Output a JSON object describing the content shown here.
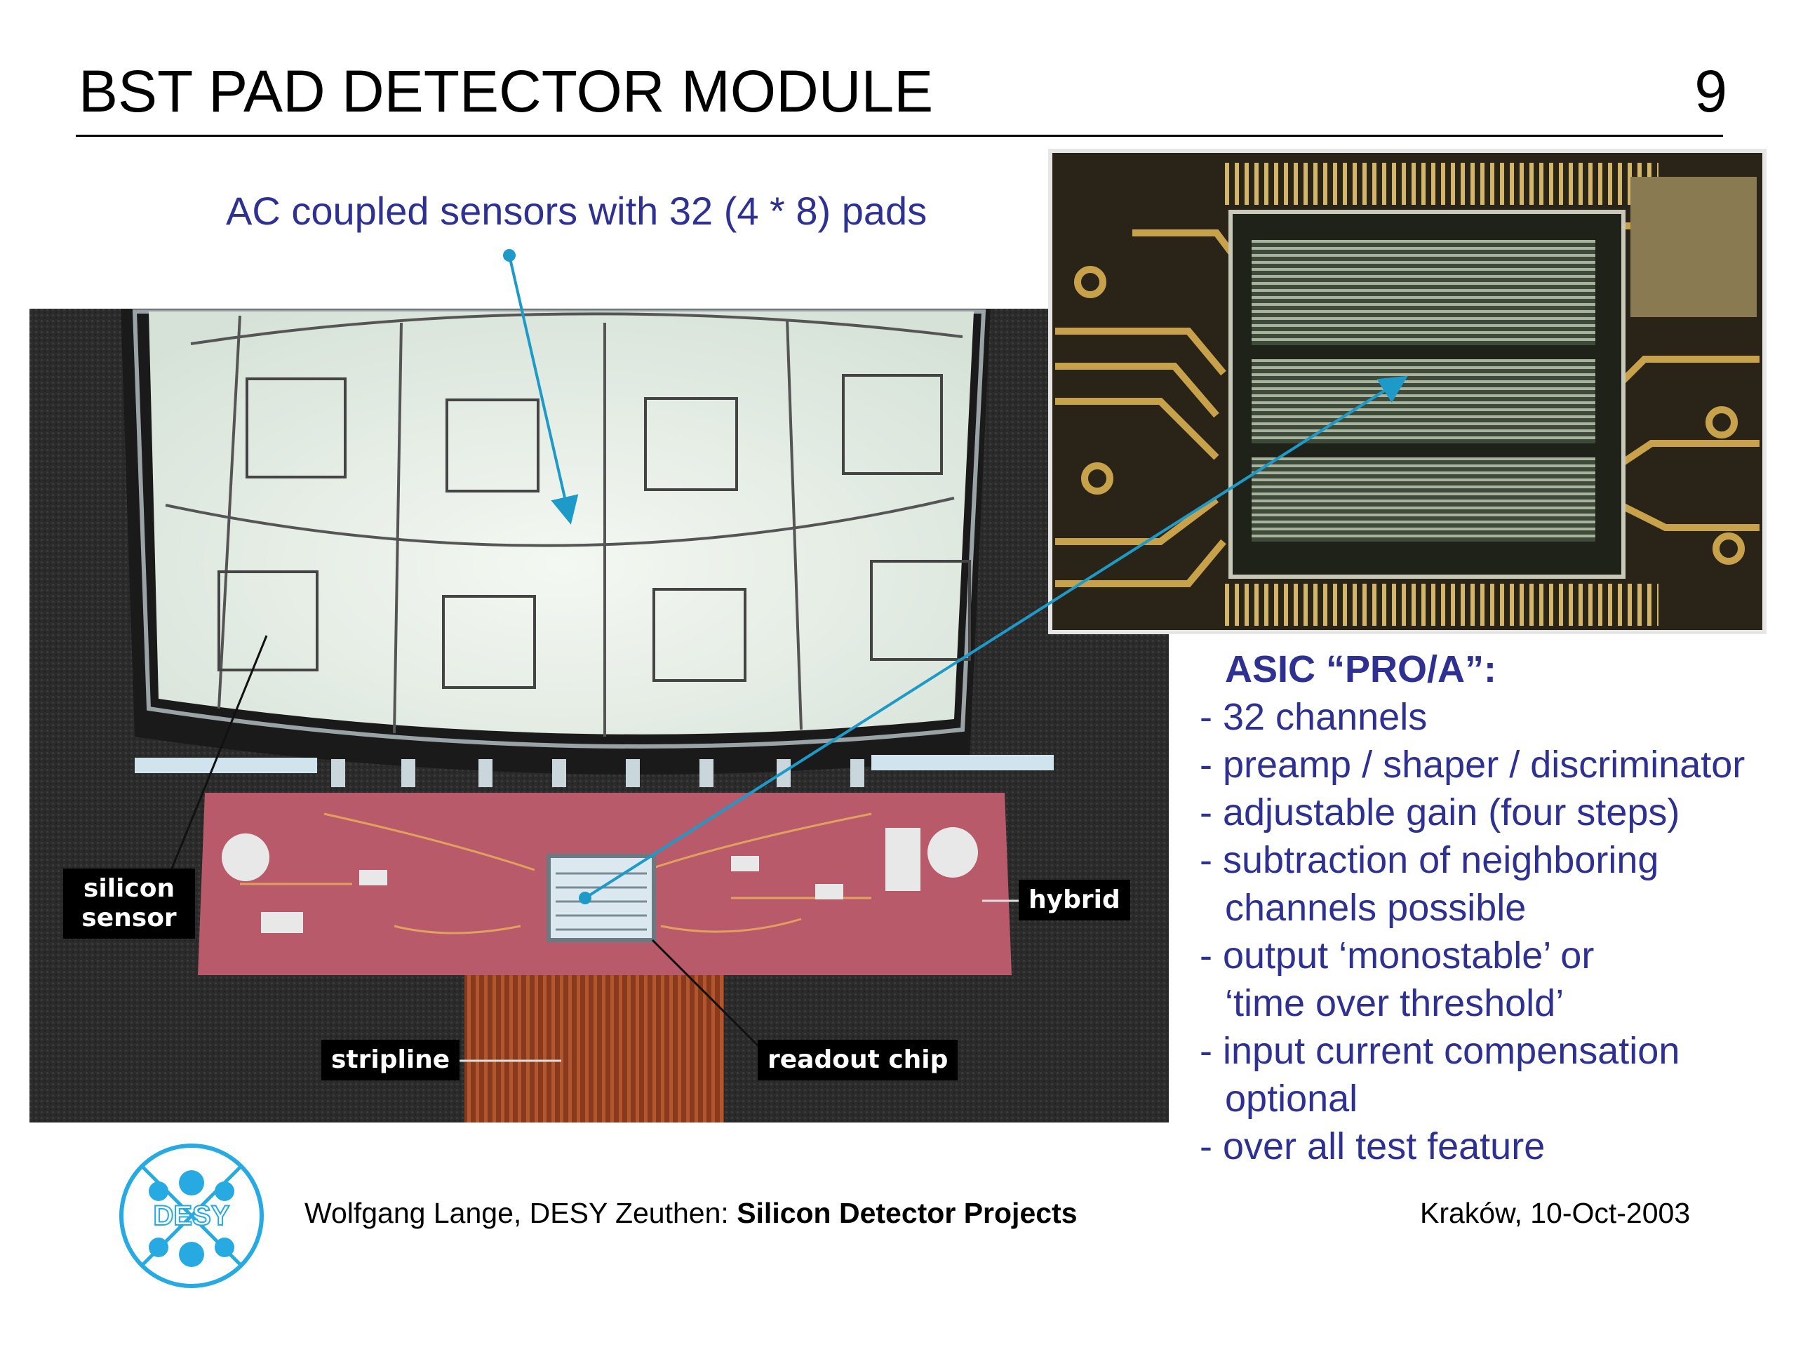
{
  "slide": {
    "title": "BST PAD DETECTOR MODULE",
    "page_number": "9",
    "caption": "AC coupled sensors with 32 (4 * 8) pads"
  },
  "photo_labels": {
    "silicon_line1": "silicon",
    "silicon_line2": "sensor",
    "hybrid": "hybrid",
    "stripline": "stripline",
    "readout_chip": "readout chip"
  },
  "asic": {
    "heading": "ASIC “PRO/A”:",
    "items": [
      "- 32 channels",
      "- preamp / shaper / discriminator",
      "- adjustable gain (four steps)",
      "- subtraction of neighboring",
      "channels possible",
      "- output ‘monostable’ or",
      "‘time over threshold’",
      "- input current compensation",
      "optional",
      "- over all test feature"
    ]
  },
  "footer": {
    "author": "Wolfgang Lange, DESY Zeuthen: ",
    "project": "Silicon Detector Projects",
    "place_date": "Kraków, 10-Oct-2003",
    "logo_text": "DESY"
  },
  "colors": {
    "accent_text": "#2e3192",
    "arrow": "#1e9ac8",
    "pcb": "#b85a6a",
    "chip_gold": "#c8a24a"
  }
}
